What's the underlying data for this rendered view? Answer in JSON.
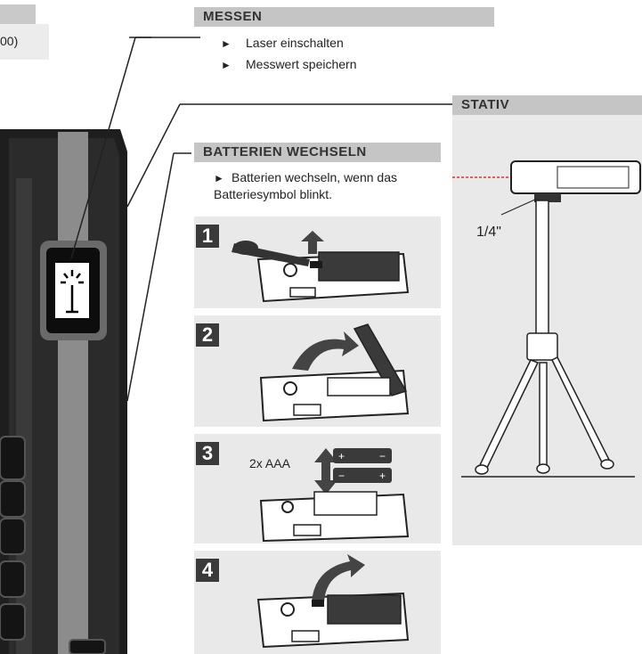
{
  "top_left": {
    "fragment": "00)"
  },
  "messen": {
    "title": "MESSEN",
    "items": [
      "Laser einschalten",
      "Messwert speichern"
    ]
  },
  "batterien": {
    "title": "BATTERIEN WECHSELN",
    "text_line1": "Batterien wechseln, wenn das",
    "text_line2": "Batteriesymbol blinkt."
  },
  "steps": [
    {
      "number": "1"
    },
    {
      "number": "2"
    },
    {
      "number": "3",
      "battery_label": "2x AAA"
    },
    {
      "number": "4"
    }
  ],
  "stativ": {
    "title": "STATIV",
    "thread": "1/4\""
  },
  "colors": {
    "header_bg": "#c5c5c5",
    "panel_bg": "#e9e9e9",
    "step_num_bg": "#3a3a3a",
    "laser": "#e03030"
  }
}
